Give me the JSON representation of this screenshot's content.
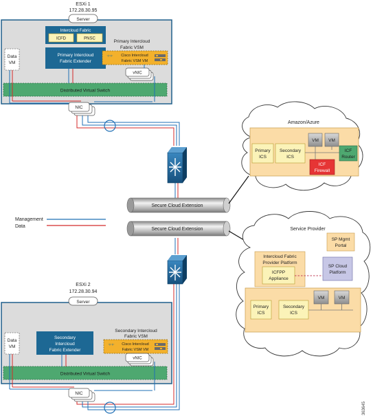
{
  "esxi1": {
    "title": "ESXi 1",
    "ip": "172.28.30.95",
    "server": "Server",
    "icf": "Intercloud Fabric",
    "icfd": "ICFD",
    "pnsc": "PNSC",
    "vsm_title_1": "Primary Intercloud",
    "vsm_title_2": "Fabric VSM",
    "cisco_vsm_1": "Cisco Intercloud",
    "cisco_vsm_2": "Fabric VSM VM",
    "data_vm_1": "Data",
    "data_vm_2": "VM",
    "extender_1": "Primary Intercloud",
    "extender_2": "Fabric Extender",
    "vnic": "vNIC",
    "dvs": "Distributed Virtual Switch",
    "nic": "NIC"
  },
  "esxi2": {
    "title": "ESXi 2",
    "ip": "172.28.30.94",
    "server": "Server",
    "vsm_title_1": "Secondary Intercloud",
    "vsm_title_2": "Fabric VSM",
    "cisco_vsm_1": "Cisco Intercloud",
    "cisco_vsm_2": "Fabric VSM VM",
    "data_vm_1": "Data",
    "data_vm_2": "VM",
    "extender_1": "Secondary",
    "extender_2": "Intercloud",
    "extender_3": "Fabric Extender",
    "vnic": "vNIC",
    "dvs": "Distributed Virtual Switch",
    "nic": "NIC"
  },
  "legend": {
    "management": "Management",
    "data": "Data"
  },
  "tunnels": {
    "top": "Secure Cloud Extension",
    "bottom": "Secure Cloud Extension"
  },
  "amazon": {
    "title": "Amazon/Azure",
    "primary_1": "Primary",
    "primary_2": "ICS",
    "secondary_1": "Secondary",
    "secondary_2": "ICS",
    "vm_a": "VM",
    "vm_b": "VM",
    "icf_router_1": "ICF",
    "icf_router_2": "Router",
    "icf_firewall_1": "ICF",
    "icf_firewall_2": "Firewall"
  },
  "provider": {
    "title": "Service Provider",
    "mgmt_portal_1": "SP Mgmt",
    "mgmt_portal_2": "Portal",
    "platform_1": "Intercloud Fabric",
    "platform_2": "Provider Platform",
    "icfpp_1": "ICFPP",
    "icfpp_2": "Appliance",
    "cloud_platform_1": "SP Cloud",
    "cloud_platform_2": "Platform",
    "primary_1": "Primary",
    "primary_2": "ICS",
    "secondary_1": "Secondary",
    "secondary_2": "ICS",
    "vm_a": "VM",
    "vm_b": "VM"
  },
  "figure_id": "363645",
  "colors": {
    "management": "#1f6fb5",
    "data": "#d42a2a",
    "host_bg": "#dcdcdc",
    "cisco_blue": "#1d6894",
    "dvs_green": "#4ea870",
    "ics_yellow": "#fbf3b8",
    "firewall_red": "#e63535",
    "vsm_orange": "#f3b12c"
  }
}
